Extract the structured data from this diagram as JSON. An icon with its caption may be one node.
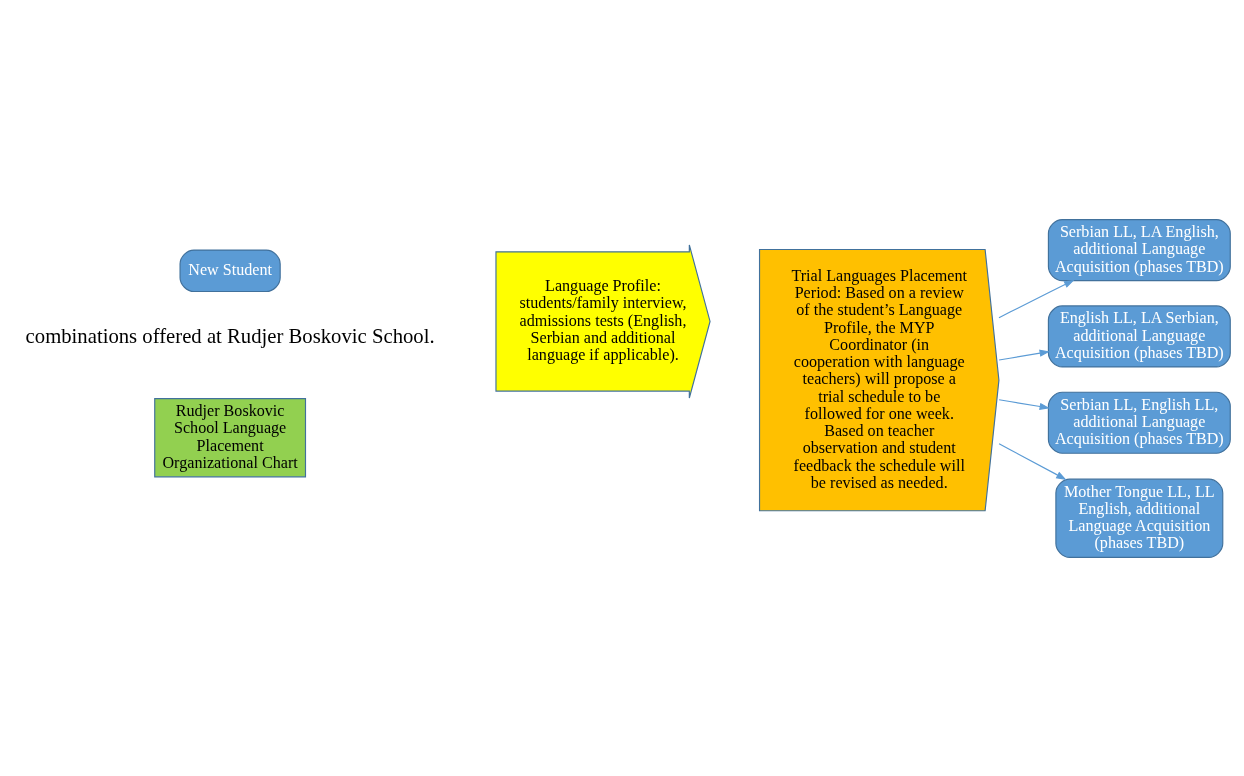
{
  "diagram": {
    "nodes": [
      {
        "text": [
          "New Student"
        ]
      },
      {
        "text": [
          "Language Profile: students/family interview, admissions tests (English, Serbian and additional language if applicable)."
        ]
      },
      {
        "text": [
          "Trial Languages Placement Period: Based on a review of the student’s Language Profile, the MYP Coordinator (in cooperation with language teachers) will propose a trial schedule to be followed for one week. Based on teacher observation and student feedback the schedule will be revised as needed."
        ]
      },
      {
        "text": [
          "Serbian LL, LA English, additional Language Acquisition (phases TBD)"
        ]
      },
      {
        "text": [
          "English LL, LA Serbian, additional Language Acquisition (phases TBD)"
        ]
      },
      {
        "text": [
          "Serbian LL, English LL, additional Language Acquisition (phases TBD)"
        ]
      },
      {
        "text": [
          "Mother Tongue LL, LL English, additional Language Acquisition (phases TBD)"
        ]
      },
      {
        "text": [
          "Rudjer Boskovic School Language Placement Organizational Chart"
        ]
      }
    ],
    "edges": [
      {
        "from": 2,
        "to": 3,
        "arrow": "to"
      },
      {
        "from": 2,
        "to": 4,
        "arrow": "to"
      },
      {
        "from": 2,
        "to": 5,
        "arrow": "to"
      },
      {
        "from": 2,
        "to": 6,
        "arrow": "to"
      }
    ],
    "labels": [
      "combinations offered at Rudjer Boskovic School."
    ]
  }
}
